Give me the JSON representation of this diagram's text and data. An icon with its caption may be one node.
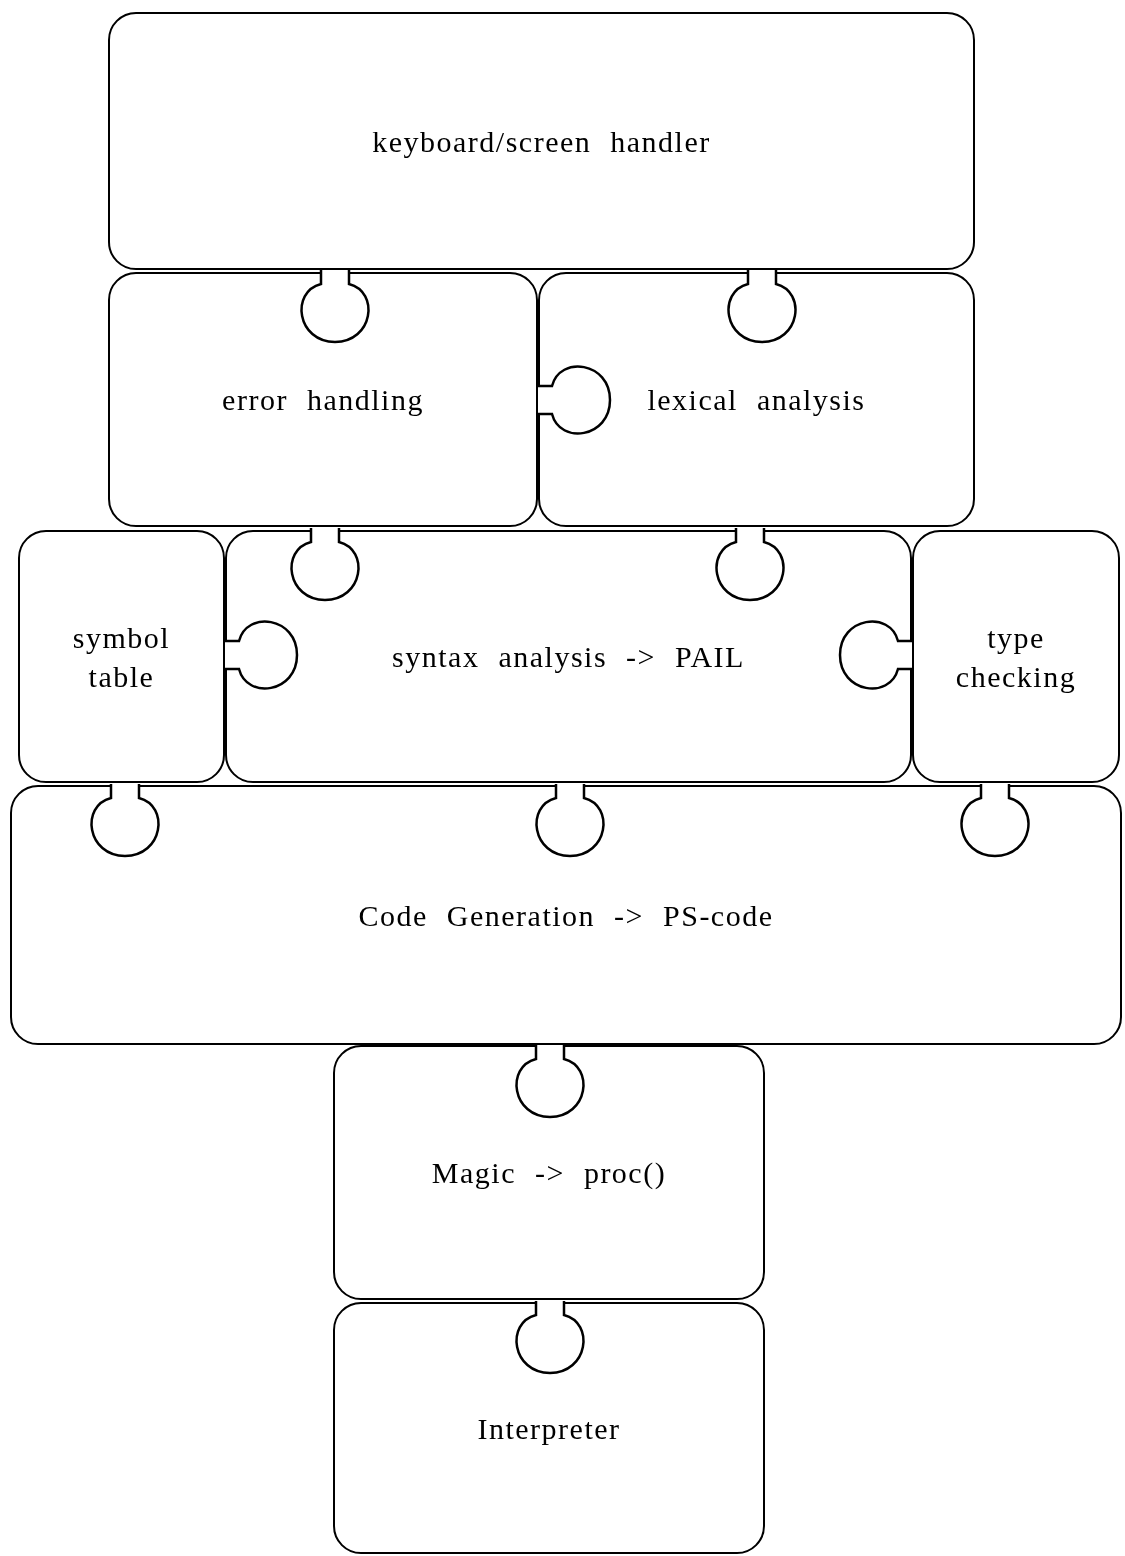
{
  "diagram": {
    "nodes": [
      {
        "text": [
          "keyboard/screen handler"
        ]
      },
      {
        "text": [
          "error handling"
        ]
      },
      {
        "text": [
          "lexical analysis"
        ]
      },
      {
        "text": [
          "symbol table"
        ]
      },
      {
        "text": [
          "syntax analysis -> PAIL"
        ]
      },
      {
        "text": [
          "type checking"
        ]
      },
      {
        "text": [
          "Code Generation -> PS-code"
        ]
      },
      {
        "text": [
          "Magic -> proc()"
        ]
      },
      {
        "text": [
          "Interpreter"
        ]
      }
    ]
  }
}
